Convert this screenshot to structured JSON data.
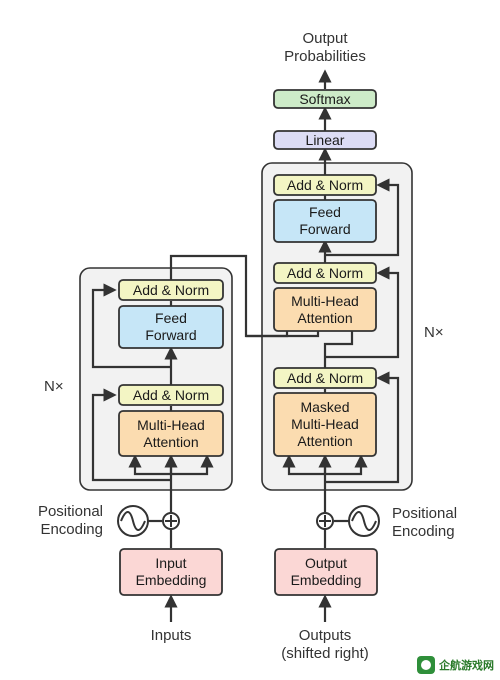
{
  "encoder": {
    "add_norm_top": "Add & Norm",
    "feed_forward": "Feed\nForward",
    "add_norm_bottom": "Add & Norm",
    "multi_head_attention": "Multi-Head\nAttention",
    "repeat": "N×"
  },
  "decoder": {
    "add_norm_top": "Add & Norm",
    "feed_forward": "Feed\nForward",
    "add_norm_mid": "Add & Norm",
    "multi_head_attention": "Multi-Head\nAttention",
    "add_norm_bottom": "Add & Norm",
    "masked_attention": "Masked\nMulti-Head\nAttention",
    "repeat": "N×"
  },
  "head": {
    "linear": "Linear",
    "softmax": "Softmax",
    "output_probabilities": "Output\nProbabilities"
  },
  "inputs": {
    "input_embedding": "Input\nEmbedding",
    "output_embedding": "Output\nEmbedding",
    "inputs_label": "Inputs",
    "outputs_label": "Outputs\n(shifted right)",
    "positional_encoding_left": "Positional\nEncoding",
    "positional_encoding_right": "Positional\nEncoding"
  },
  "colors": {
    "add_norm": "#f3f5c4",
    "feed_forward": "#c6e6f7",
    "attention": "#fbdcb0",
    "embedding": "#fbd7d5",
    "linear": "#dcdcf5",
    "softmax": "#cdebc8",
    "stack_bg": "#f2f2f2",
    "stroke": "#333333"
  },
  "watermark": "企航游戏网"
}
